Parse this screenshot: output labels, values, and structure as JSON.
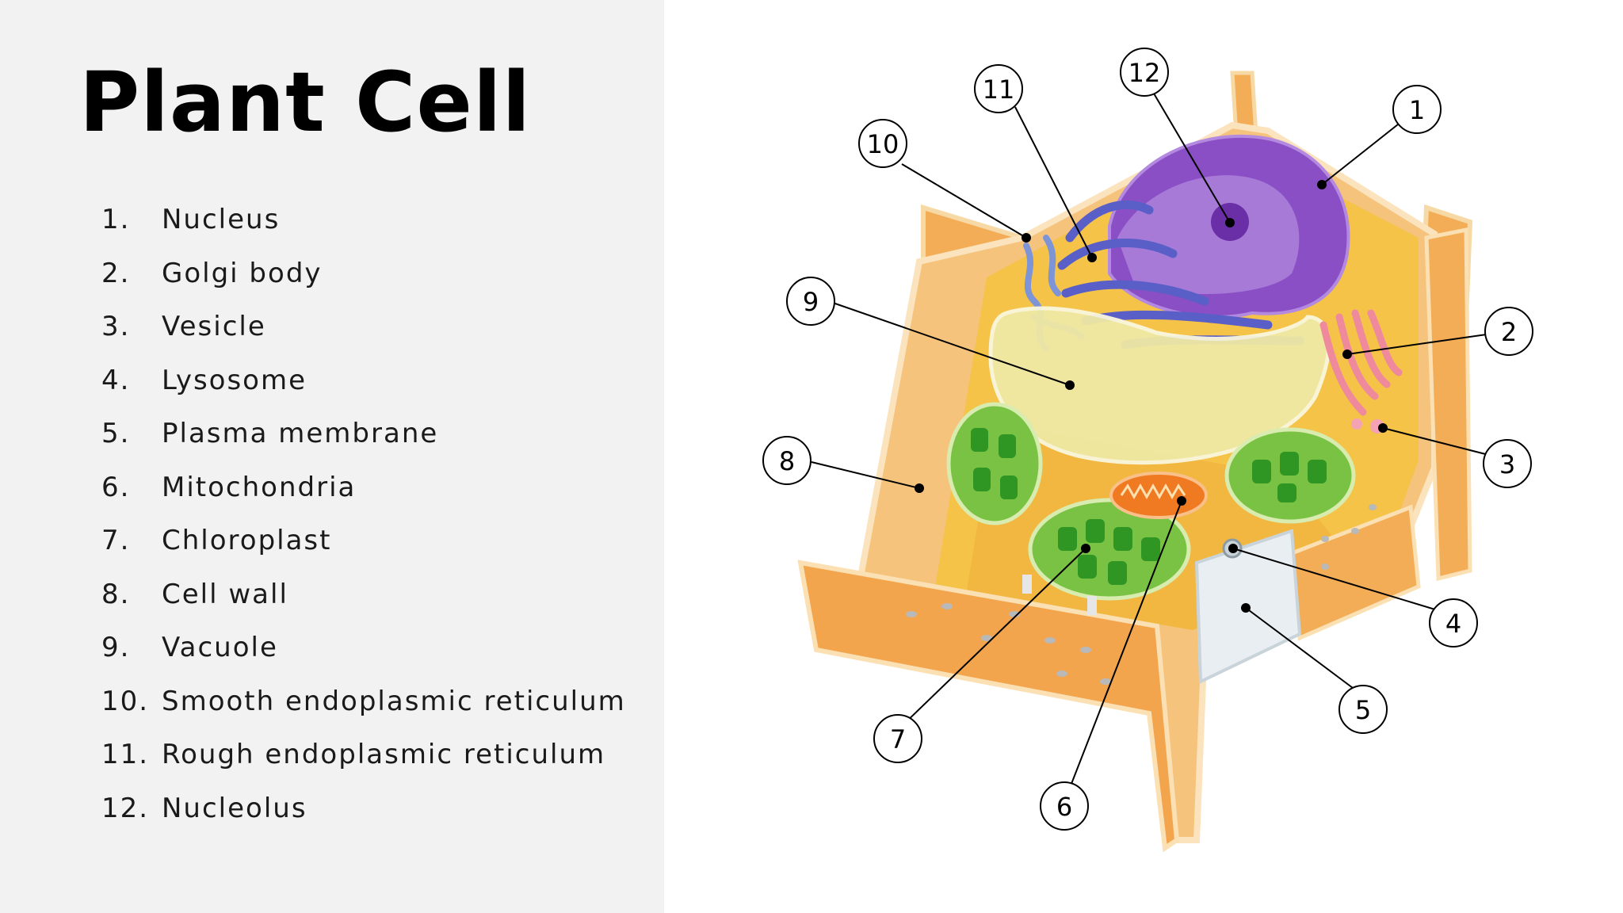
{
  "title": "Plant Cell",
  "legend": [
    {
      "num": "1.",
      "label": "Nucleus"
    },
    {
      "num": "2.",
      "label": "Golgi body"
    },
    {
      "num": "3.",
      "label": "Vesicle"
    },
    {
      "num": "4.",
      "label": "Lysosome"
    },
    {
      "num": "5.",
      "label": "Plasma membrane"
    },
    {
      "num": "6.",
      "label": "Mitochondria"
    },
    {
      "num": "7.",
      "label": "Chloroplast"
    },
    {
      "num": "8.",
      "label": "Cell wall"
    },
    {
      "num": "9.",
      "label": "Vacuole"
    },
    {
      "num": "10.",
      "label": "Smooth endoplasmic reticulum"
    },
    {
      "num": "11.",
      "label": "Rough endoplasmic reticulum"
    },
    {
      "num": "12.",
      "label": "Nucleolus"
    }
  ],
  "callouts": [
    "1",
    "2",
    "3",
    "4",
    "5",
    "6",
    "7",
    "8",
    "9",
    "10",
    "11",
    "12"
  ],
  "colors": {
    "panel_background": "#f2f2f2",
    "cell_wall": "#f0a84e",
    "cytoplasm": "#f6c24a",
    "nucleus": "#8a4fc4",
    "rough_er": "#5a5fc8",
    "vacuole": "#efe9a4",
    "chloroplast": "#3aa82c",
    "mitochondria": "#f07a22",
    "golgi_body": "#ef8a9c"
  }
}
